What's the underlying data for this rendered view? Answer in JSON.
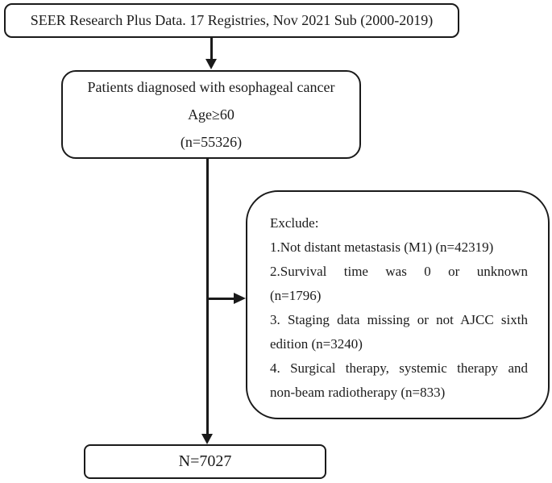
{
  "flowchart": {
    "source_box": {
      "text": "SEER Research Plus Data. 17 Registries, Nov 2021 Sub (2000-2019)"
    },
    "cohort_box": {
      "line1": "Patients diagnosed with esophageal cancer",
      "line2": "Age≥60",
      "line3": "(n=55326)"
    },
    "exclude_box": {
      "lines": [
        "Exclude:",
        "1.Not distant metastasis (M1) (n=42319)",
        "2.Survival time was 0 or unknown",
        "(n=1796)",
        "3. Staging data missing or not AJCC sixth",
        "edition (n=3240)",
        "4. Surgical therapy, systemic therapy and",
        "non-beam radiotherapy (n=833)"
      ]
    },
    "result_box": {
      "text": "N=7027"
    }
  },
  "colors": {
    "background": "#ffffff",
    "line": "#1a1a1a",
    "text": "#1b1b1b"
  }
}
